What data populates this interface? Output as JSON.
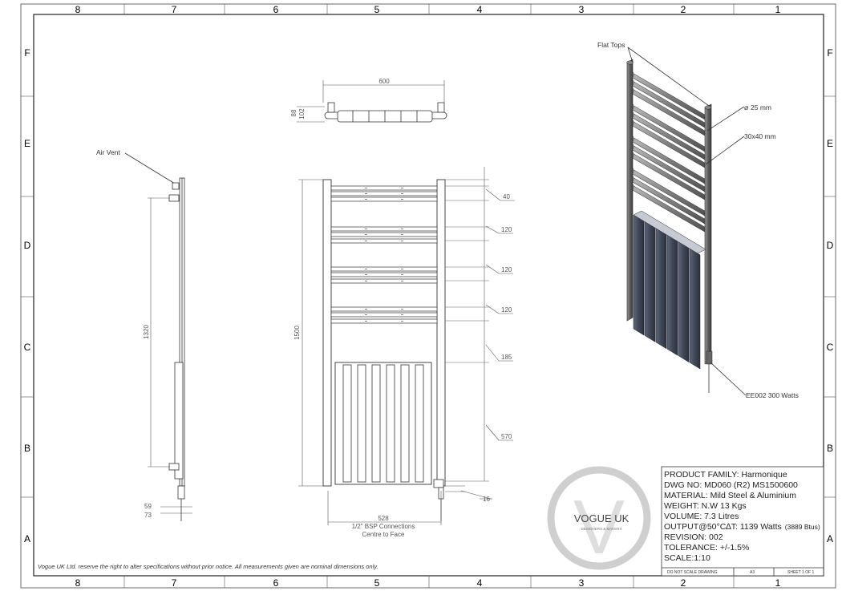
{
  "border": {
    "cols_top": [
      "8",
      "7",
      "6",
      "5",
      "4",
      "3",
      "2",
      "1"
    ],
    "cols_bottom": [
      "8",
      "7",
      "6",
      "5",
      "4",
      "3",
      "2",
      "1"
    ],
    "rows_left": [
      "F",
      "E",
      "D",
      "C",
      "B",
      "A"
    ],
    "rows_right": [
      "F",
      "E",
      "D",
      "C",
      "B",
      "A"
    ]
  },
  "top_view": {
    "width": "600",
    "depth_a": "88",
    "depth_b": "102"
  },
  "side_view": {
    "air_vent": "Air Vent",
    "centers": "1320",
    "d1": "59",
    "d2": "73"
  },
  "front_view": {
    "height": "1500",
    "spacings": [
      "40",
      "120",
      "120",
      "120",
      "185",
      "570"
    ],
    "bottom_offset": "16",
    "panel_width": "528",
    "connections_1": "1/2\" BSP Connections",
    "connections_2": "Centre to Face"
  },
  "iso_view": {
    "flat_tops": "Flat Tops",
    "dia": "25 mm",
    "rail": "30x40 mm",
    "element": "EE002 300 Watts"
  },
  "title_block": {
    "product_family": "PRODUCT FAMILY: Harmonique",
    "dwg_no": "DWG NO: MD060 (R2) MS1500600",
    "material": "MATERIAL: Mild Steel & Aluminium",
    "weight": "WEIGHT: N.W 13 Kgs",
    "volume": "VOLUME: 7.3 Litres",
    "output_prefix": "OUTPUT@50°C",
    "output_delta": "∆",
    "output_main": "T: 1139 Watts",
    "output_btu": "(3889 Btus)",
    "revision": "REVISION: 002",
    "tolerance": "TOLERANCE: +/-1.5%",
    "scale": "SCALE:1:10",
    "no_scale": "DO NOT SCALE DRAWING",
    "size": "A3",
    "sheet": "SHEET 1 OF 1"
  },
  "logo": {
    "brand": "VOGUE UK",
    "tagline": "DESIGNERS & MAKERS",
    "letter": "V"
  },
  "disclaimer": "Vogue UK Ltd. reserve the right to alter specifications without prior notice. All measurements given are nominal dimensions only."
}
